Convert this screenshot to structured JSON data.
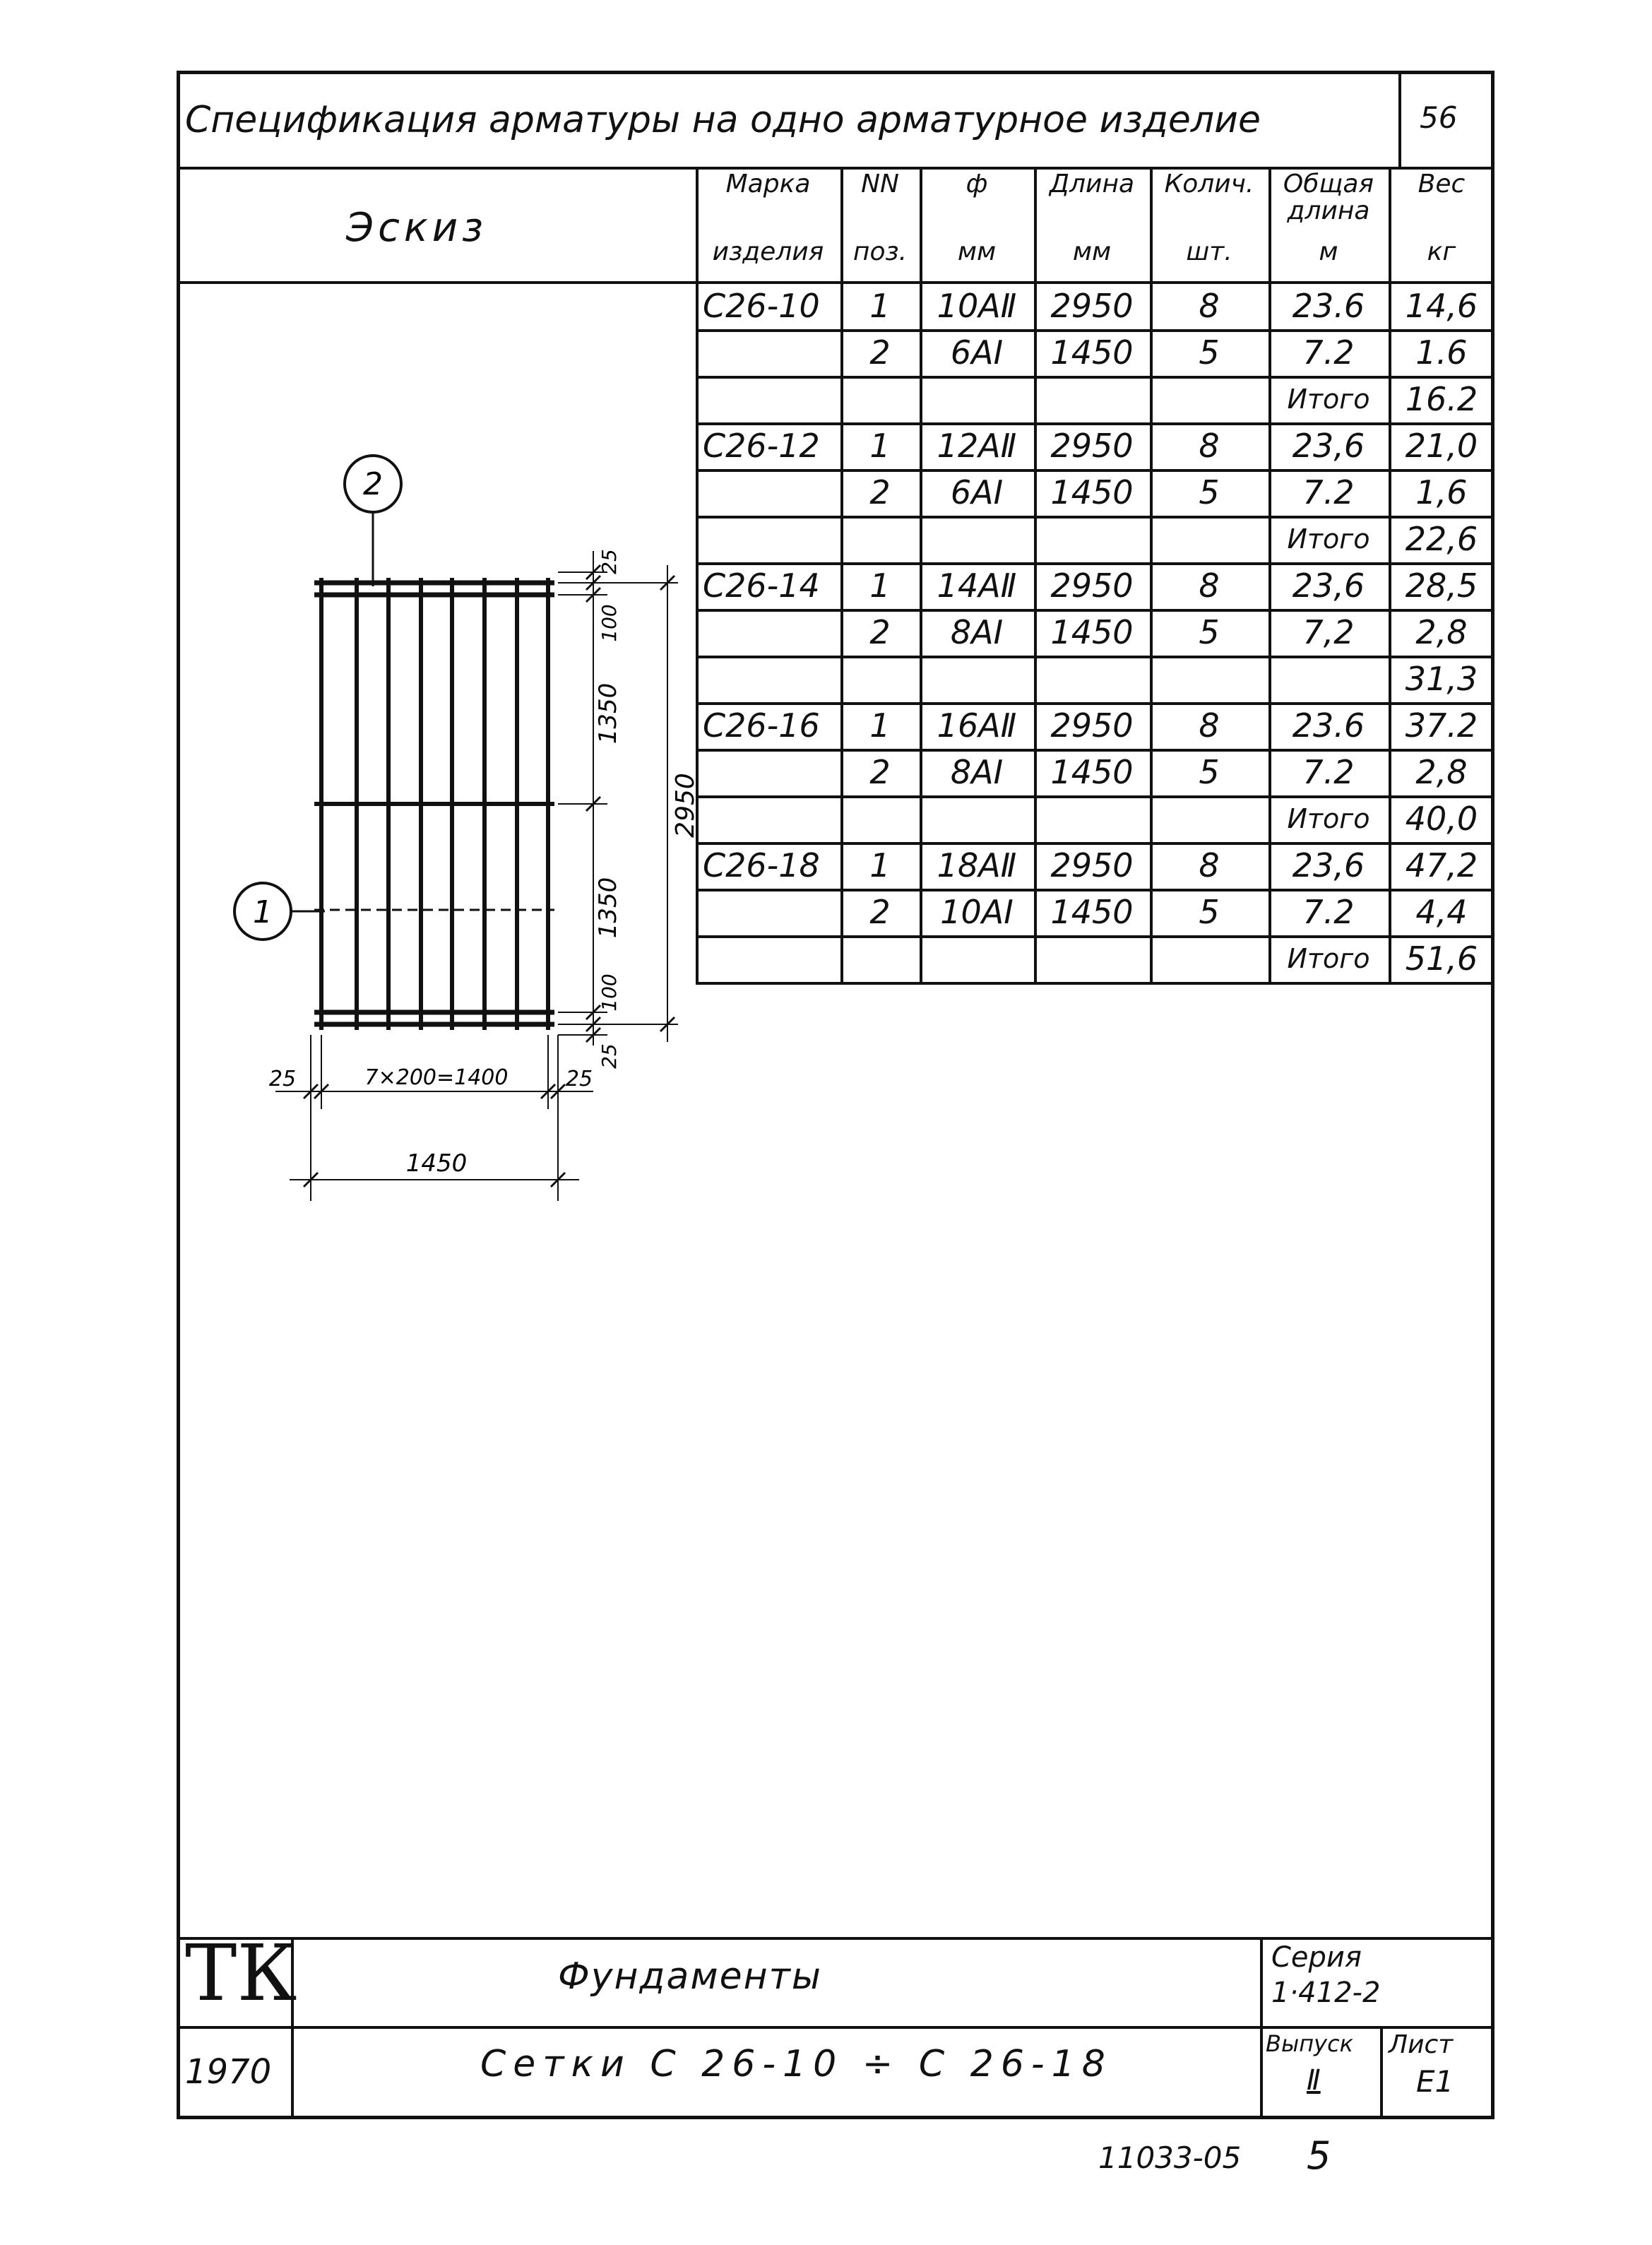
{
  "header": {
    "title": "Спецификация арматуры на одно арматурное изделие",
    "page_number": "56"
  },
  "table": {
    "sketch_label": "Эскиз",
    "columns": [
      {
        "line1": "Марка",
        "line2": "изделия"
      },
      {
        "line1": "NN",
        "line2": "поз."
      },
      {
        "line1": "ф",
        "line2": "мм"
      },
      {
        "line1": "Длина",
        "line2": "мм"
      },
      {
        "line1": "Колич.",
        "line2": "шт."
      },
      {
        "line1": "Общая длина",
        "line2": "м"
      },
      {
        "line1": "Вес",
        "line2": "кг"
      }
    ],
    "rows": [
      [
        "C26-10",
        "1",
        "10AⅡ",
        "2950",
        "8",
        "23.6",
        "14,6"
      ],
      [
        "",
        "2",
        "6AI",
        "1450",
        "5",
        "7.2",
        "1.6"
      ],
      [
        "",
        "",
        "",
        "",
        "",
        "Итого",
        "16.2"
      ],
      [
        "C26-12",
        "1",
        "12AⅡ",
        "2950",
        "8",
        "23,6",
        "21,0"
      ],
      [
        "",
        "2",
        "6AI",
        "1450",
        "5",
        "7.2",
        "1,6"
      ],
      [
        "",
        "",
        "",
        "",
        "",
        "Итого",
        "22,6"
      ],
      [
        "C26-14",
        "1",
        "14AⅡ",
        "2950",
        "8",
        "23,6",
        "28,5"
      ],
      [
        "",
        "2",
        "8AI",
        "1450",
        "5",
        "7,2",
        "2,8"
      ],
      [
        "",
        "",
        "",
        "",
        "",
        "",
        "31,3"
      ],
      [
        "C26-16",
        "1",
        "16AⅡ",
        "2950",
        "8",
        "23.6",
        "37.2"
      ],
      [
        "",
        "2",
        "8AI",
        "1450",
        "5",
        "7.2",
        "2,8"
      ],
      [
        "",
        "",
        "",
        "",
        "",
        "Итого",
        "40,0"
      ],
      [
        "C26-18",
        "1",
        "18AⅡ",
        "2950",
        "8",
        "23,6",
        "47,2"
      ],
      [
        "",
        "2",
        "10AI",
        "1450",
        "5",
        "7.2",
        "4,4"
      ],
      [
        "",
        "",
        "",
        "",
        "",
        "Итого",
        "51,6"
      ]
    ]
  },
  "sketch": {
    "callout_top": "2",
    "callout_left": "1",
    "dim_25_top": "25",
    "dim_100_top": "100",
    "dim_1350_a": "1350",
    "dim_2950": "2950",
    "dim_1350_b": "1350",
    "dim_100_bottom": "100",
    "dim_25_bottom": "25",
    "dim_25_left": "25",
    "dim_spacing": "7×200=1400",
    "dim_25_right": "25",
    "dim_1450": "1450"
  },
  "title_block": {
    "logo": "ТК",
    "year": "1970",
    "title": "Фундаменты",
    "subtitle": "Сетки С 26-10 ÷ С 26-18",
    "series_label": "Серия",
    "series_value": "1·412-2",
    "issue_label": "Выпуск",
    "issue_value": "Ⅱ",
    "sheet_label": "Лист",
    "sheet_value": "Е1"
  },
  "footer": {
    "code": "11033-05",
    "number": "5"
  }
}
